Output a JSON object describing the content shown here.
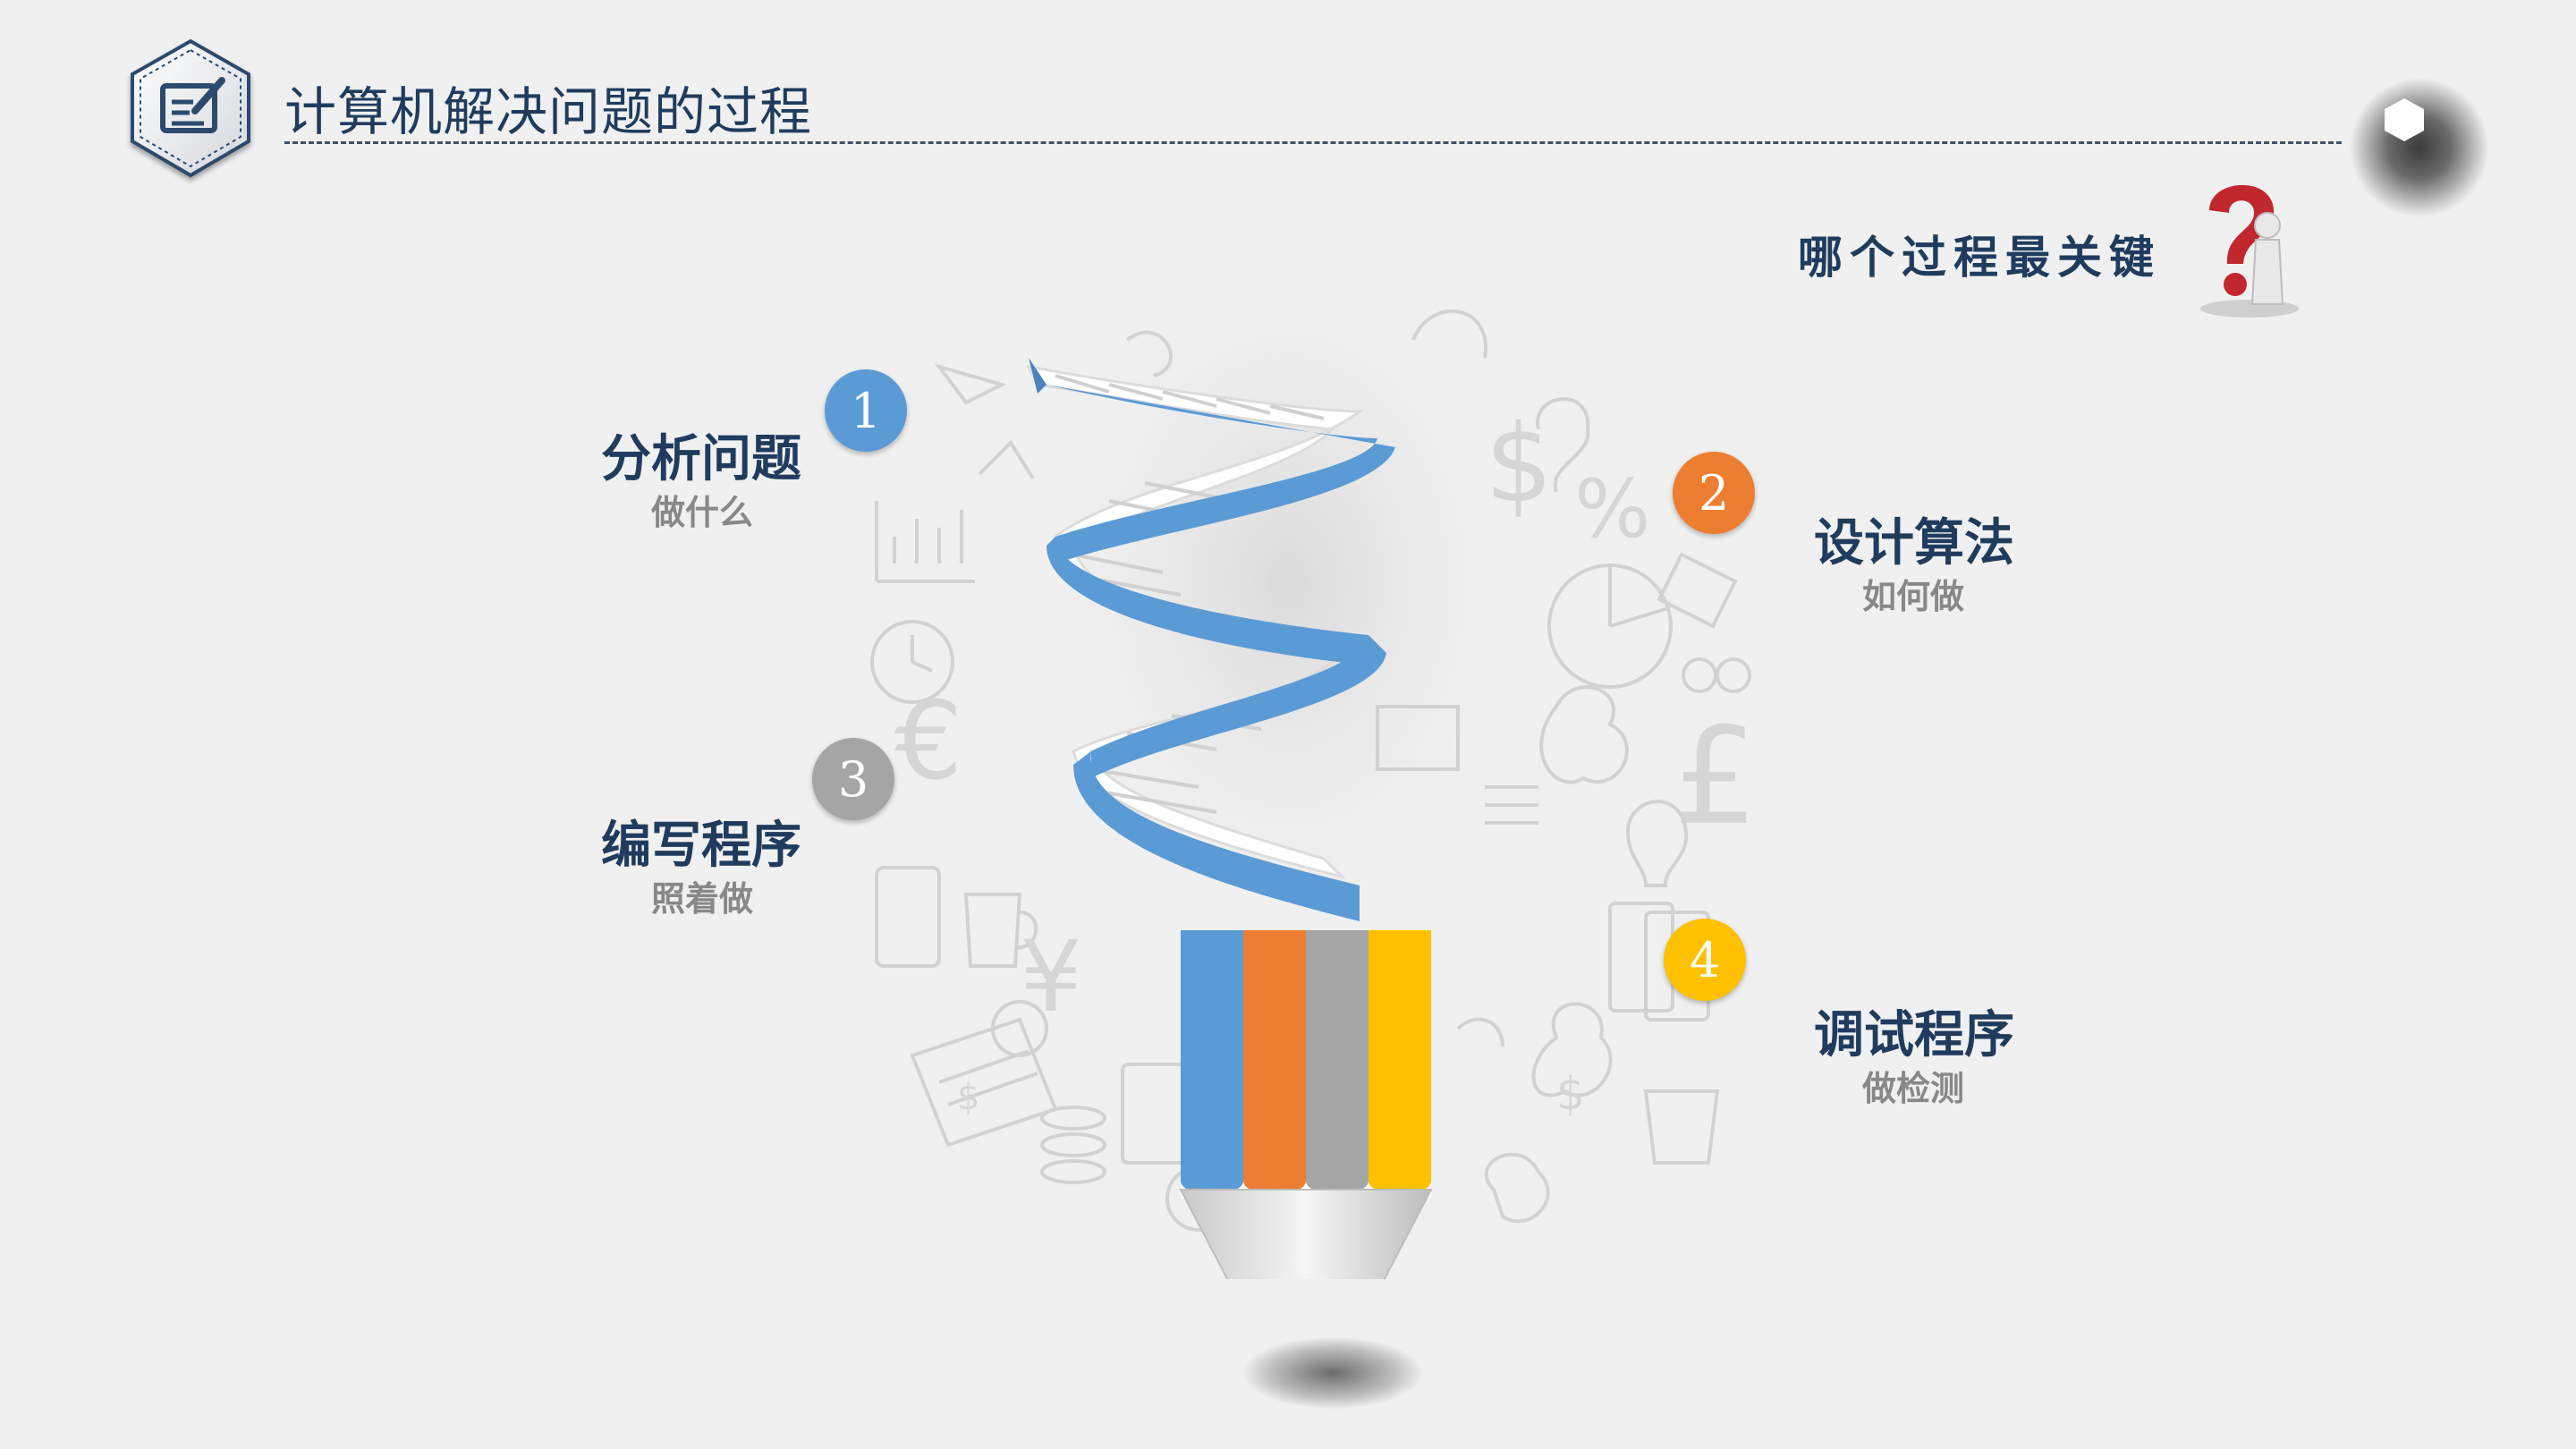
{
  "slide": {
    "title": "计算机解决问题的过程",
    "question": "哪个过程最关键"
  },
  "steps": [
    {
      "number": "1",
      "title": "分析问题",
      "subtitle": "做什么",
      "color": "#5b9bd5"
    },
    {
      "number": "2",
      "title": "设计算法",
      "subtitle": "如何做",
      "color": "#ed7d31"
    },
    {
      "number": "3",
      "title": "编写程序",
      "subtitle": "照着做",
      "color": "#a5a5a5"
    },
    {
      "number": "4",
      "title": "调试程序",
      "subtitle": "做检测",
      "color": "#ffc000"
    }
  ],
  "colors": {
    "title_text": "#1f3c5e",
    "background": "#f0f0f0",
    "stair_blue": "#5b9bd5"
  },
  "icons": {
    "header_badge": "edit-note-icon",
    "corner": "hexagon-ball-icon",
    "question": "question-mark-figure-icon",
    "center": "pencil-spiral-staircase-illustration"
  }
}
